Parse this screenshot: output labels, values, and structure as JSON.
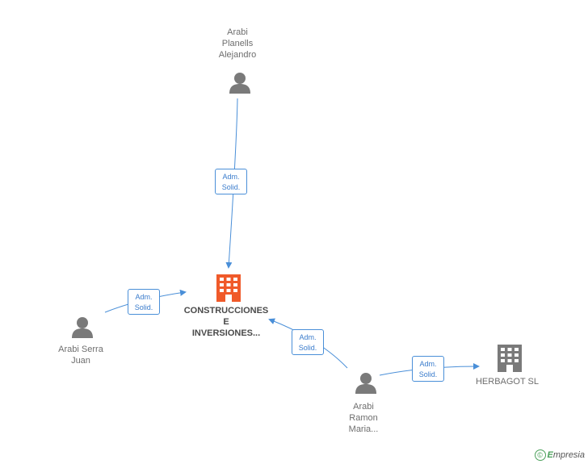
{
  "nodes": {
    "planells": {
      "lines": [
        "Arabi",
        "Planells",
        "Alejandro"
      ]
    },
    "serra": {
      "lines": [
        "Arabi Serra",
        "Juan"
      ]
    },
    "ramon": {
      "lines": [
        "Arabi",
        "Ramon",
        "Maria..."
      ]
    },
    "center": {
      "lines": [
        "CONSTRUCCIONES",
        "E",
        "INVERSIONES..."
      ]
    },
    "herbagot": {
      "lines": [
        "HERBAGOT SL"
      ]
    }
  },
  "edges": {
    "planells_center": {
      "line1": "Adm.",
      "line2": "Solid."
    },
    "serra_center": {
      "line1": "Adm.",
      "line2": "Solid."
    },
    "ramon_center": {
      "line1": "Adm.",
      "line2": "Solid."
    },
    "ramon_herbagot": {
      "line1": "Adm.",
      "line2": "Solid."
    }
  },
  "colors": {
    "edge": "#4a8fd8",
    "person": "#7a7a7a",
    "company_main": "#f05a2a",
    "company_other": "#7a7a7a"
  },
  "brand": {
    "copyright": "©",
    "initial": "E",
    "name": "mpresia"
  }
}
